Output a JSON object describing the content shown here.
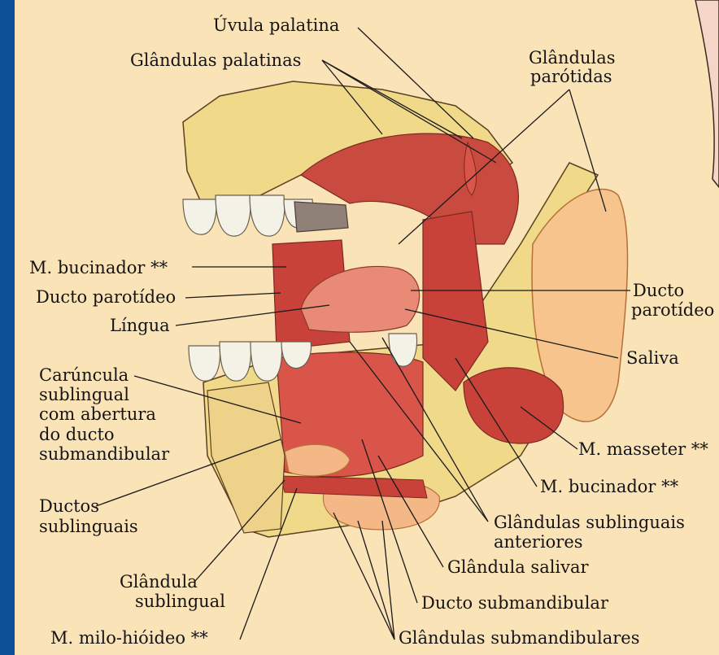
{
  "colors": {
    "background": "#fbe3b8",
    "accent_bar": "#0d4f96",
    "bone": "#f1d98a",
    "muscle": "#c8423a",
    "mucosa": "#d9554a",
    "tongue": "#e88a76",
    "gland": "#f3b885",
    "tooth": "#f4f1e6",
    "leader_line": "#1a1a1a"
  },
  "labels": {
    "uvula": "Úvula palatina",
    "palatine_glands": "Glândulas palatinas",
    "parotid_glands_1": "Glândulas",
    "parotid_glands_2": "parótidas",
    "buccinator_left": "M. bucinador **",
    "parotid_duct_left": "Ducto parotídeo",
    "tongue": "Língua",
    "caruncle_1": "Carúncula",
    "caruncle_2": "sublingual",
    "caruncle_3": "com abertura",
    "caruncle_4": "do ducto",
    "caruncle_5": "submandibular",
    "sublingual_ducts_1": "Ductos",
    "sublingual_ducts_2": "sublinguais",
    "sublingual_gland_1": "Glândula",
    "sublingual_gland_2": "sublingual",
    "mylohyoid": "M. milo-hióideo **",
    "parotid_duct_right_1": "Ducto",
    "parotid_duct_right_2": "parotídeo",
    "saliva": "Saliva",
    "masseter": "M. masseter **",
    "buccinator_right": "M. bucinador **",
    "anterior_sublingual_1": "Glândulas sublinguais",
    "anterior_sublingual_2": "anteriores",
    "salivary_gland": "Glândula salivar",
    "submandibular_duct": "Ducto submandibular",
    "submandibular_glands": "Glândulas submandibulares"
  }
}
